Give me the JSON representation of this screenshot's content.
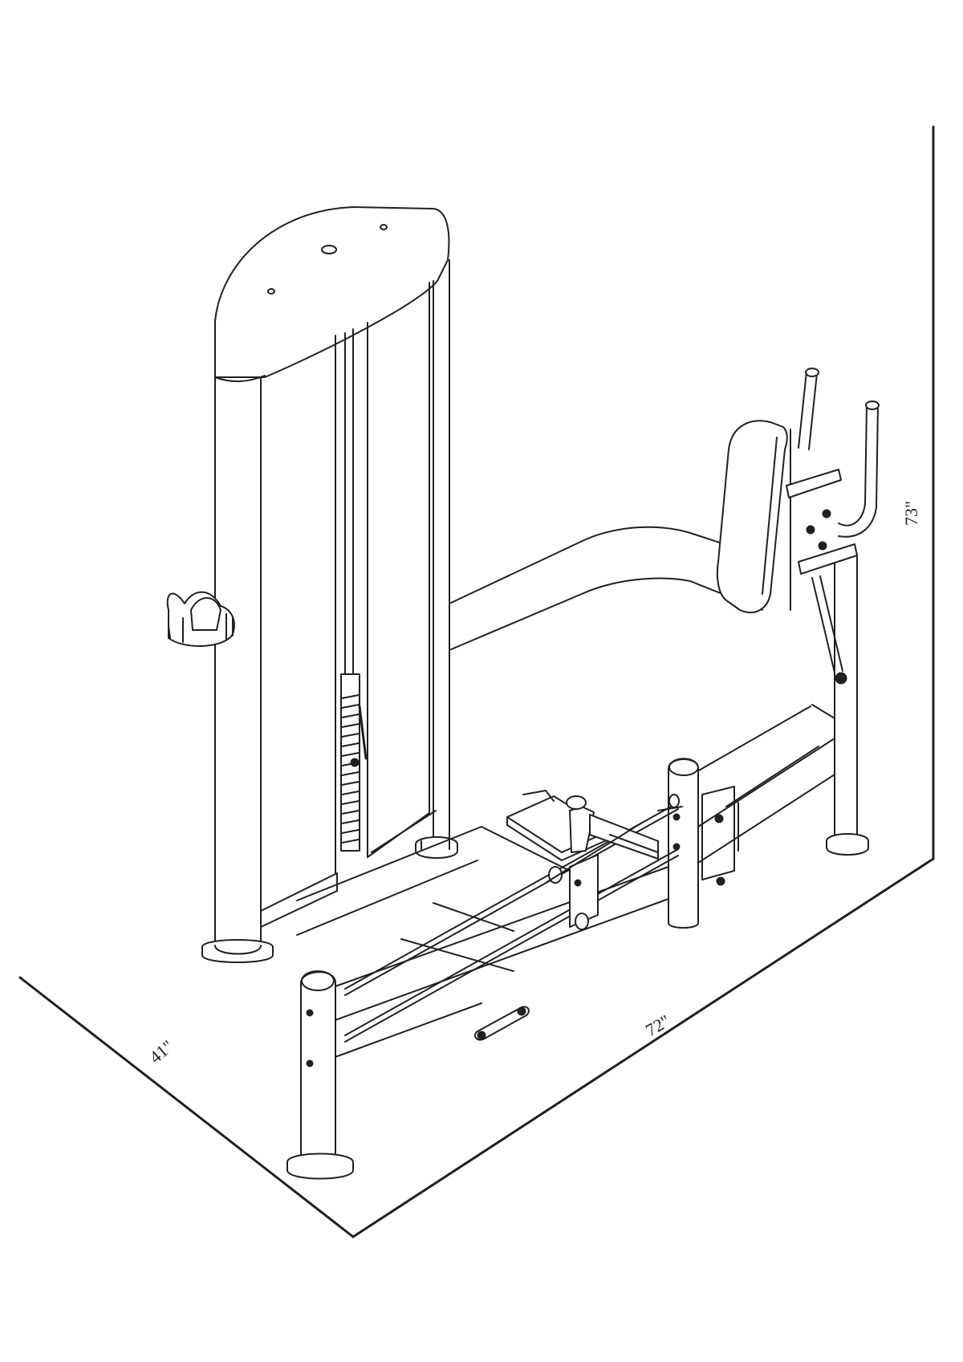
{
  "dimensions": {
    "height": "73\"",
    "length": "72\"",
    "width": "41\""
  },
  "colors": {
    "line": "#231f20",
    "background": "#ffffff"
  }
}
